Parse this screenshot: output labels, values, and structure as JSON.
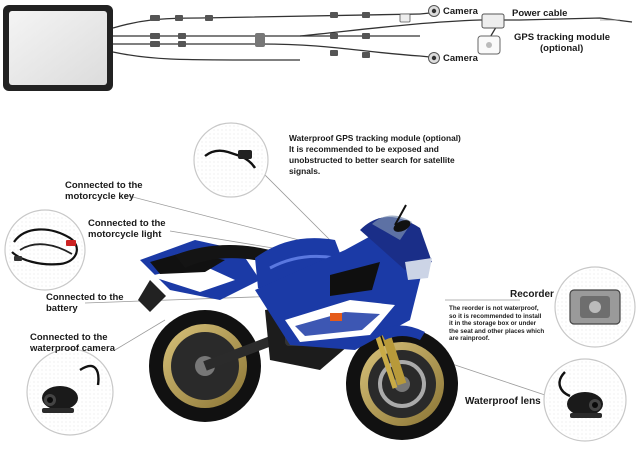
{
  "wiring": {
    "camera_top": "Camera",
    "camera_bottom": "Camera",
    "power_cable": "Power cable",
    "gps_module": "GPS tracking module",
    "gps_optional": "(optional)"
  },
  "callouts": {
    "gps_title": "Waterproof GPS tracking module (optional)",
    "gps_note_1": "It is recommended to be exposed and",
    "gps_note_2": "unobstructed to better search for satellite",
    "gps_note_3": "signals.",
    "key_1": "Connected to the",
    "key_2": "motorcycle key",
    "light_1": "Connected to the",
    "light_2": "motorcycle light",
    "battery_1": "Connected to the",
    "battery_2": "battery",
    "cam_1": "Connected to the",
    "cam_2": "waterproof camera",
    "recorder": "Recorder",
    "recorder_note_1": "The reorder is not waterproof,",
    "recorder_note_2": "so it is recommended to install",
    "recorder_note_3": "it in the storage box or under",
    "recorder_note_4": "the seat and other places which",
    "recorder_note_5": "are rainproof.",
    "lens": "Waterproof lens"
  },
  "colors": {
    "bike_blue": "#1b3aa6",
    "bike_dark": "#141414",
    "wire": "#333333",
    "leader": "#9a9a9a",
    "circle_border": "#c8c8c8"
  }
}
